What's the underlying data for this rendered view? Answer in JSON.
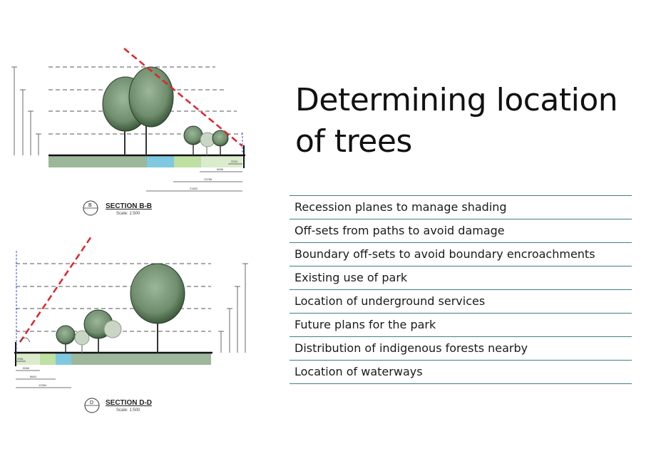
{
  "slide": {
    "title": "Determining location of trees",
    "factors": [
      "Recession planes to manage shading",
      "Off-sets from paths to avoid damage",
      "Boundary off-sets to avoid boundary encroachments",
      "Existing use of park",
      "Location of underground services",
      "Future plans for the park",
      "Distribution of indigenous forests nearby",
      "Location of waterways"
    ]
  },
  "sections": [
    {
      "title": "SECTION B-B",
      "scale": "Scale: 1:500",
      "marker": "B",
      "dimensions": [
        "2234",
        "6056",
        "13766",
        "21832"
      ]
    },
    {
      "title": "SECTION D-D",
      "scale": "Scale: 1:500",
      "marker": "D",
      "dimensions": [
        "2951",
        "5066",
        "8663",
        "12394"
      ]
    }
  ],
  "colors": {
    "ground_green": "#9db79a",
    "water_blue": "#7ec9e0",
    "light_green": "#bfe0a2",
    "pale_green": "#dbeccd",
    "recession_red": "#e0242a",
    "boundary_blue": "#3a4fd6",
    "tree_fill": "#7e9c7c",
    "divider_teal": "#3f7f87"
  }
}
